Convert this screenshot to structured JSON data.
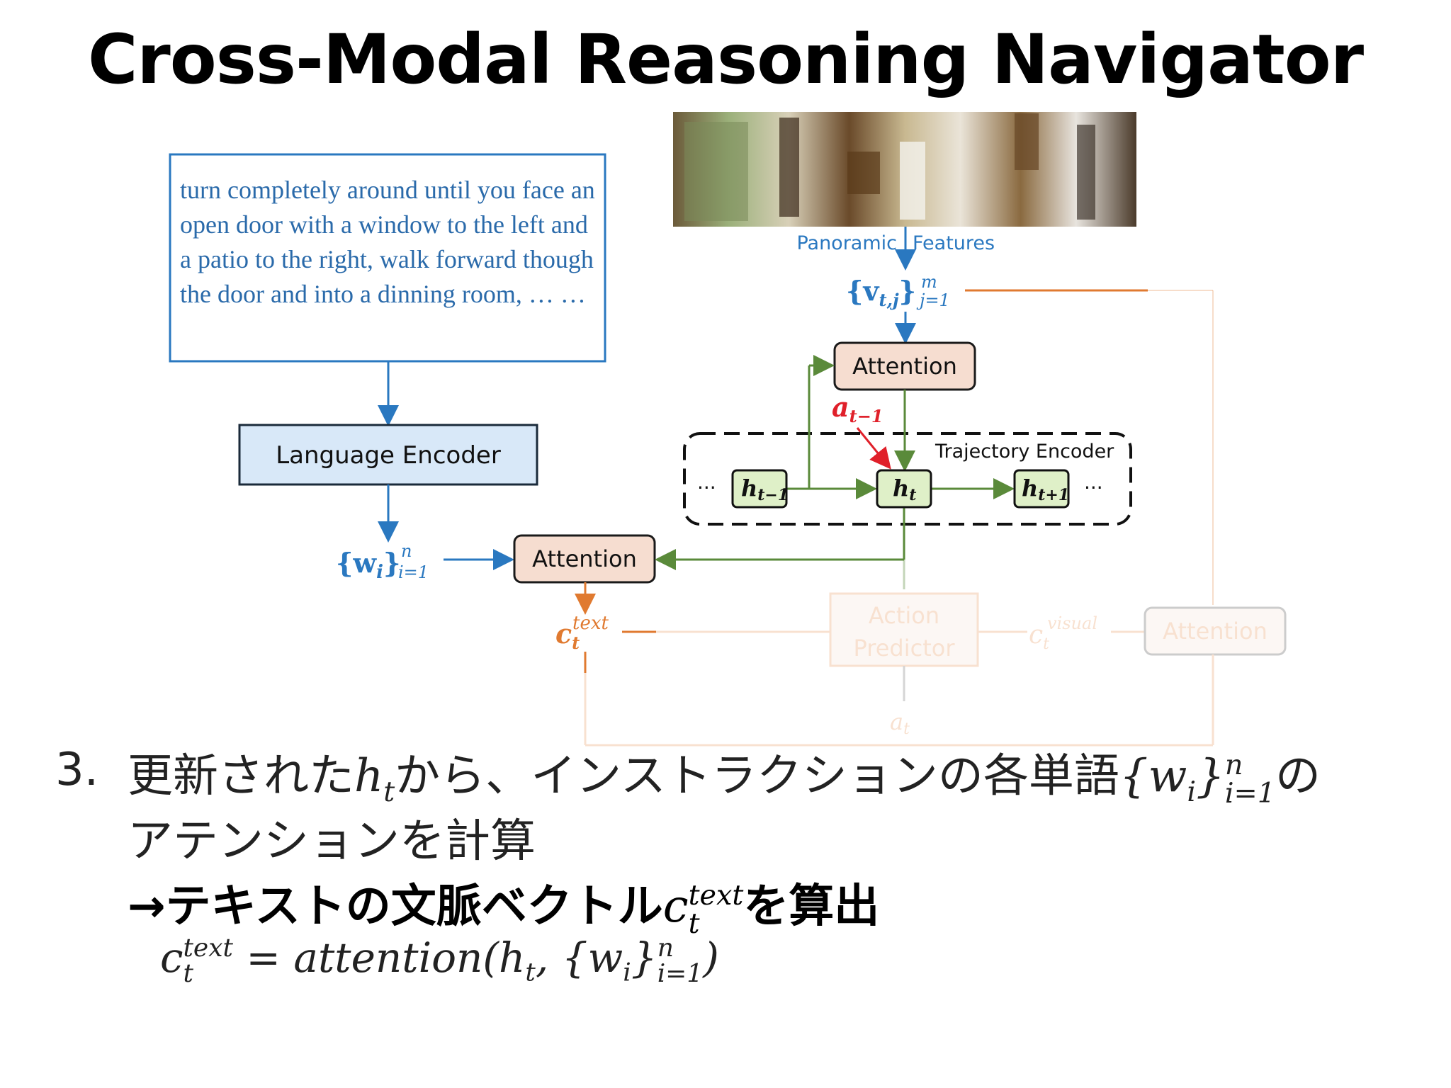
{
  "title": "Cross-Modal Reasoning Navigator",
  "diagram": {
    "instruction_text": "turn completely around until you face an open door with a window to the left and a patio to the right, walk forward though the door and into a dinning room, … …",
    "language_encoder_label": "Language Encoder",
    "panoramic_label": "Panoramic",
    "features_label": "Features",
    "v_label": "{v",
    "v_sub": "t,j",
    "v_close": "}",
    "v_sup": "m",
    "v_lower": "j=1",
    "w_label": "{w",
    "w_sub": "i",
    "w_close": "}",
    "w_sup": "n",
    "w_lower": "i=1",
    "attention_visual_label": "Attention",
    "attention_text_label": "Attention",
    "attention_right_label": "Attention",
    "action_label_1": "a",
    "action_sub_1": "t−1",
    "trajectory_label": "Trajectory Encoder",
    "h_prev": "h",
    "h_prev_sub": "t−1",
    "h_curr": "h",
    "h_curr_sub": "t",
    "h_next": "h",
    "h_next_sub": "t+1",
    "ellipsis": "···",
    "c_text": "c",
    "c_text_sub": "t",
    "c_text_sup": "text",
    "c_visual": "c",
    "c_visual_sub": "t",
    "c_visual_sup": "visual",
    "action_predictor_1": "Action",
    "action_predictor_2": "Predictor",
    "a_t": "a",
    "a_t_sub": "t"
  },
  "bullet": {
    "number": "3.",
    "line1_a": "更新された",
    "h": "h",
    "h_sub": "t",
    "line1_b": "から、インストラクションの各単語",
    "w_open": "{w",
    "w_sub": "i",
    "w_close": "}",
    "w_sup": "n",
    "w_lower": "i=1",
    "line1_c": "の",
    "line2": "アテンションを計算",
    "line3_a": "→テキストの文脈ベクトル",
    "c": "c",
    "c_sub": "t",
    "c_sup": "text",
    "line3_b": "を算出"
  },
  "formula": {
    "lhs": "c",
    "lhs_sub": "t",
    "lhs_sup": "text",
    "rhs": " = attention(h",
    "rhs_sub": "t",
    "rhs_b": ", {w",
    "rhs_sub2": "i",
    "rhs_c": "}",
    "rhs_sup": "n",
    "rhs_lower": "i=1",
    "rhs_d": ")"
  },
  "colors": {
    "blue": "#2a78c0",
    "green": "#5a8a3a",
    "orange": "#e07a30",
    "red": "#e0202a",
    "attention_fill": "#f6ddd0",
    "h_fill": "#dff0c8",
    "encoder_fill": "#d8e8f8"
  }
}
